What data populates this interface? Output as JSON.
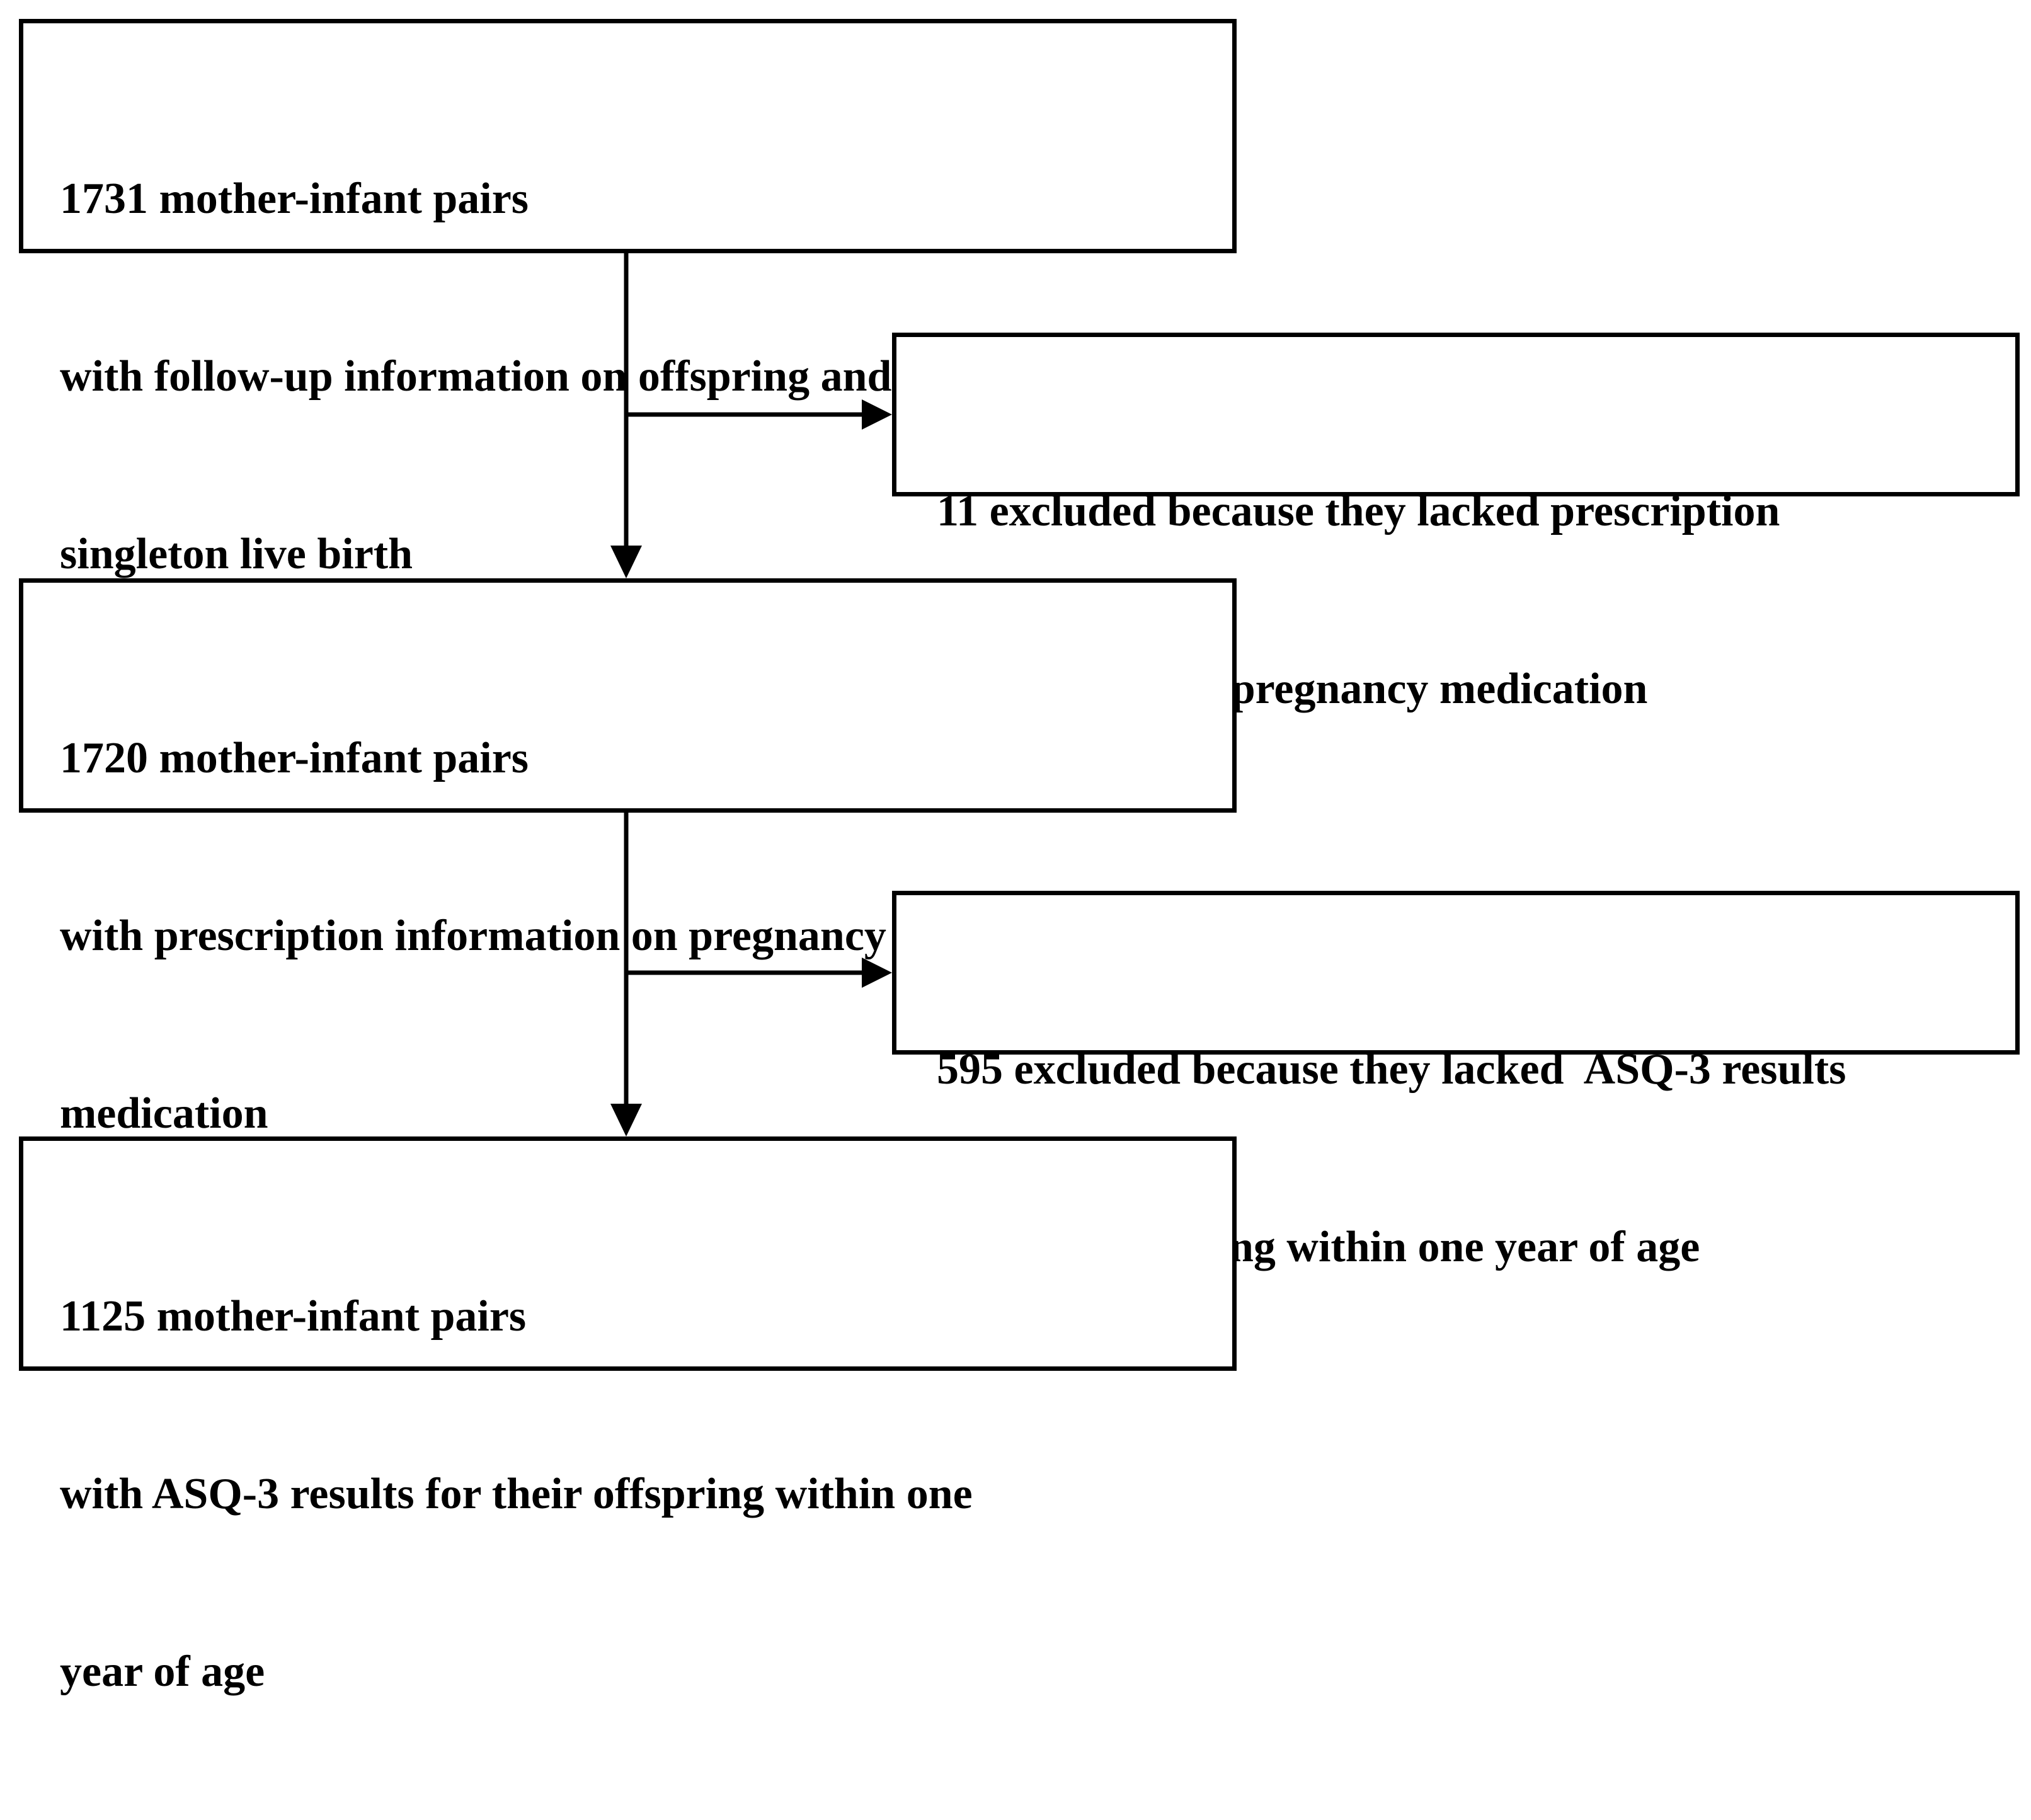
{
  "boxes": [
    {
      "id": "box-1",
      "lines": [
        "1731 mother-infant pairs",
        "with follow-up information on offspring and",
        "singleton live birth"
      ]
    },
    {
      "id": "box-2",
      "lines": [
        "11 excluded because they lacked prescription",
        "information on pregnancy medication"
      ]
    },
    {
      "id": "box-3",
      "lines": [
        "1720 mother-infant pairs",
        "with prescription information on pregnancy",
        "medication"
      ]
    },
    {
      "id": "box-4",
      "lines": [
        "595 excluded because they lacked  ASQ-3 results",
        "for their offspring within one year of age"
      ]
    },
    {
      "id": "box-5",
      "lines": [
        "1125 mother-infant pairs",
        "with ASQ-3 results for their offspring within one",
        "year of age"
      ]
    }
  ],
  "colors": {
    "stroke": "#000000",
    "background": "#ffffff"
  }
}
